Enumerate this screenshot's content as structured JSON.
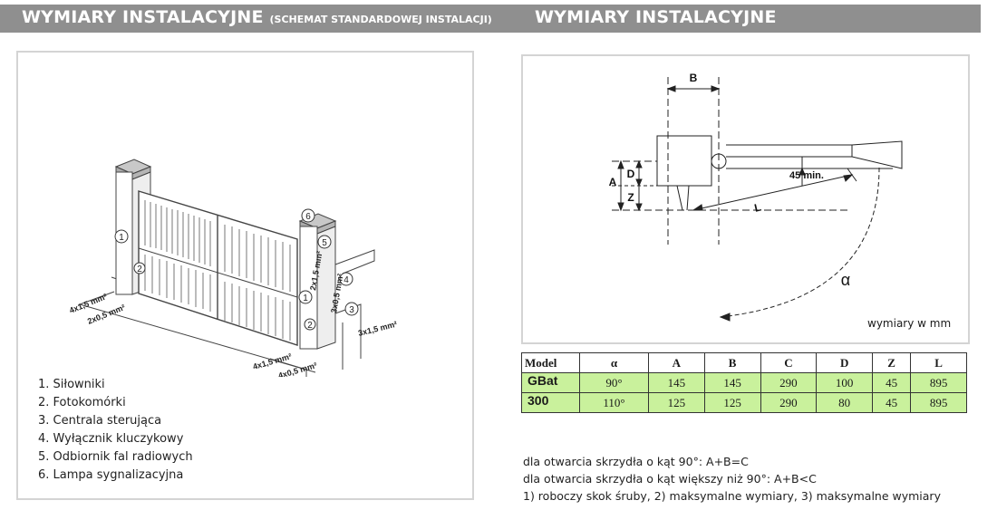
{
  "header": {
    "left_title": "WYMIARY INSTALACYJNE",
    "left_subtitle": "(SCHEMAT STANDARDOWEJ INSTALACJI)",
    "right_title": "WYMIARY INSTALACYJNE"
  },
  "installation_diagram": {
    "cable_labels": {
      "c1": "4x1,5 mm²",
      "c2": "2x0,5 mm²",
      "c3": "2x1,5 mm²",
      "c4": "3x0,5 mm²",
      "c5": "3x1,5 mm²",
      "c6": "4x1,5 mm²",
      "c7": "4x0,5 mm²"
    },
    "markers": {
      "m1": "1",
      "m2": "2",
      "m3": "3",
      "m4": "4",
      "m5": "5",
      "m6": "6"
    },
    "legend": [
      "1. Siłowniki",
      "2. Fotokomórki",
      "3. Centrala sterująca",
      "4. Wyłącznik kluczykowy",
      "5. Odbiornik fal radiowych",
      "6. Lampa sygnalizacyjna"
    ]
  },
  "dimensions_diagram": {
    "labels": {
      "B": "B",
      "A": "A",
      "D": "D",
      "Z": "Z",
      "L": "L",
      "min": "45 min.",
      "alpha": "α"
    },
    "unit_note": "wymiary w mm"
  },
  "spec_table": {
    "headers": [
      "Model",
      "α",
      "A",
      "B",
      "C",
      "D",
      "Z",
      "L"
    ],
    "model_line1": "GBat",
    "model_line2": "300",
    "rows": [
      [
        "90°",
        "145",
        "145",
        "290",
        "100",
        "45",
        "895"
      ],
      [
        "110°",
        "125",
        "125",
        "290",
        "80",
        "45",
        "895"
      ]
    ]
  },
  "notes": [
    "dla otwarcia skrzydła o kąt 90°: A+B=C",
    "dla otwarcia skrzydła o kąt większy niż 90°: A+B<C",
    "1) roboczy skok śruby, 2) maksymalne wymiary, 3) maksymalne wymiary"
  ],
  "colors": {
    "header_bg": "#8f8f8f",
    "table_highlight": "#c9f19c"
  }
}
